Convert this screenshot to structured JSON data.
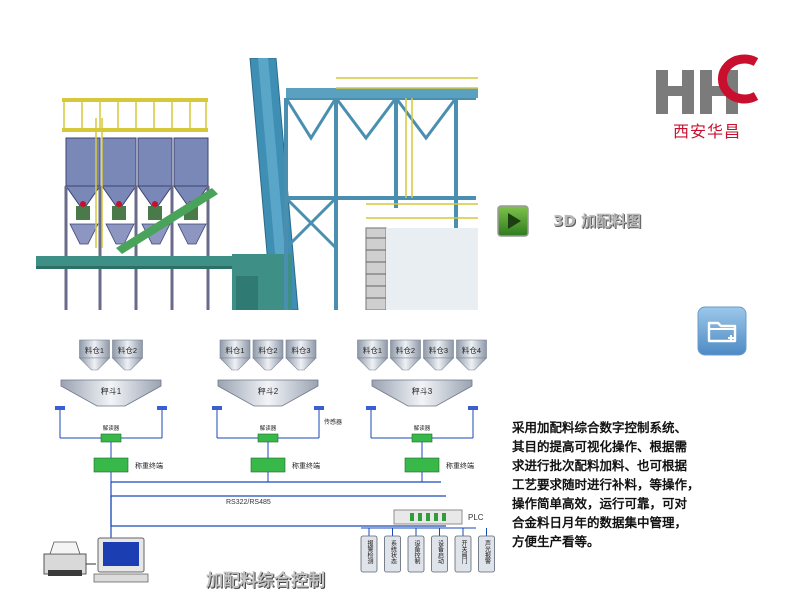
{
  "logo": {
    "company_name": "西安华昌"
  },
  "menu": {
    "item_3d_label": "3D 加配料图"
  },
  "diagram": {
    "title": "加配料综合控制",
    "silos": [
      "料仓1",
      "料仓2",
      "料仓1",
      "料仓2",
      "料仓3",
      "料仓1",
      "料仓2",
      "料仓3",
      "料仓4"
    ],
    "hoppers": [
      "秤斗1",
      "秤斗2",
      "秤斗3"
    ],
    "sensor_label": "传感器",
    "amp_label": "解读器",
    "terminal_label": "称重终端",
    "bus_label": "RS322/RS485",
    "plc_label": "PLC",
    "io_modules": [
      "报警检测",
      "系统状态",
      "设备控制",
      "设备启动",
      "开关阀门",
      "声光报警"
    ]
  },
  "description": {
    "lines": [
      "采用加配料综合数字控制系统、",
      "其目的提高可视化操作、根据需",
      "求进行批次配料加料、也可根据",
      "工艺要求随时进行补料，等操作，",
      "操作简单高效，运行可靠，可对",
      "合金料日月年的数据集中管理，",
      "方便生产看等。"
    ]
  }
}
